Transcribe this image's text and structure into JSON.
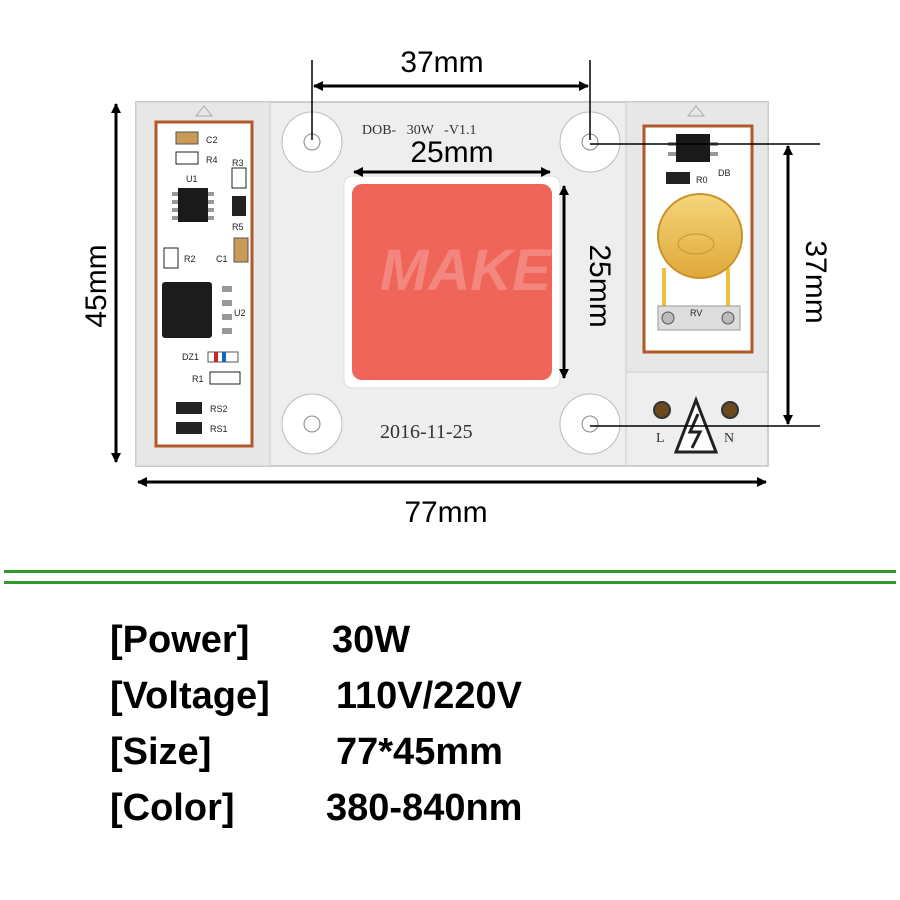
{
  "pcb": {
    "model": "DOB-   30W   -V1.1",
    "date": "2016-11-25",
    "watermark": "MAKE",
    "terminals": {
      "left": "L",
      "right": "N"
    },
    "led_color": "#f0655a",
    "board_color": "#eeeeee",
    "trace_color": "#b05a2a"
  },
  "components": {
    "c2": "C2",
    "r4": "R4",
    "u1": "U1",
    "r3": "R3",
    "r5": "R5",
    "r2": "R2",
    "c1": "C1",
    "u2": "U2",
    "dz1": "DZ1",
    "r1": "R1",
    "rs2": "RS2",
    "rs1": "RS1",
    "r0": "R0",
    "db": "DB",
    "rv": "RV"
  },
  "dimensions": {
    "hole_spacing_horizontal": "37mm",
    "led_width": "25mm",
    "led_height": "25mm",
    "board_height": "45mm",
    "hole_spacing_vertical": "37mm",
    "board_width": "77mm"
  },
  "divider_color": "#2e9a2e",
  "specs": [
    {
      "label": "[Power]",
      "value": "30W"
    },
    {
      "label": "[Voltage]",
      "value": "110V/220V"
    },
    {
      "label": "[Size]",
      "value": "77*45mm"
    },
    {
      "label": "[Color]",
      "value": "380-840nm"
    }
  ]
}
